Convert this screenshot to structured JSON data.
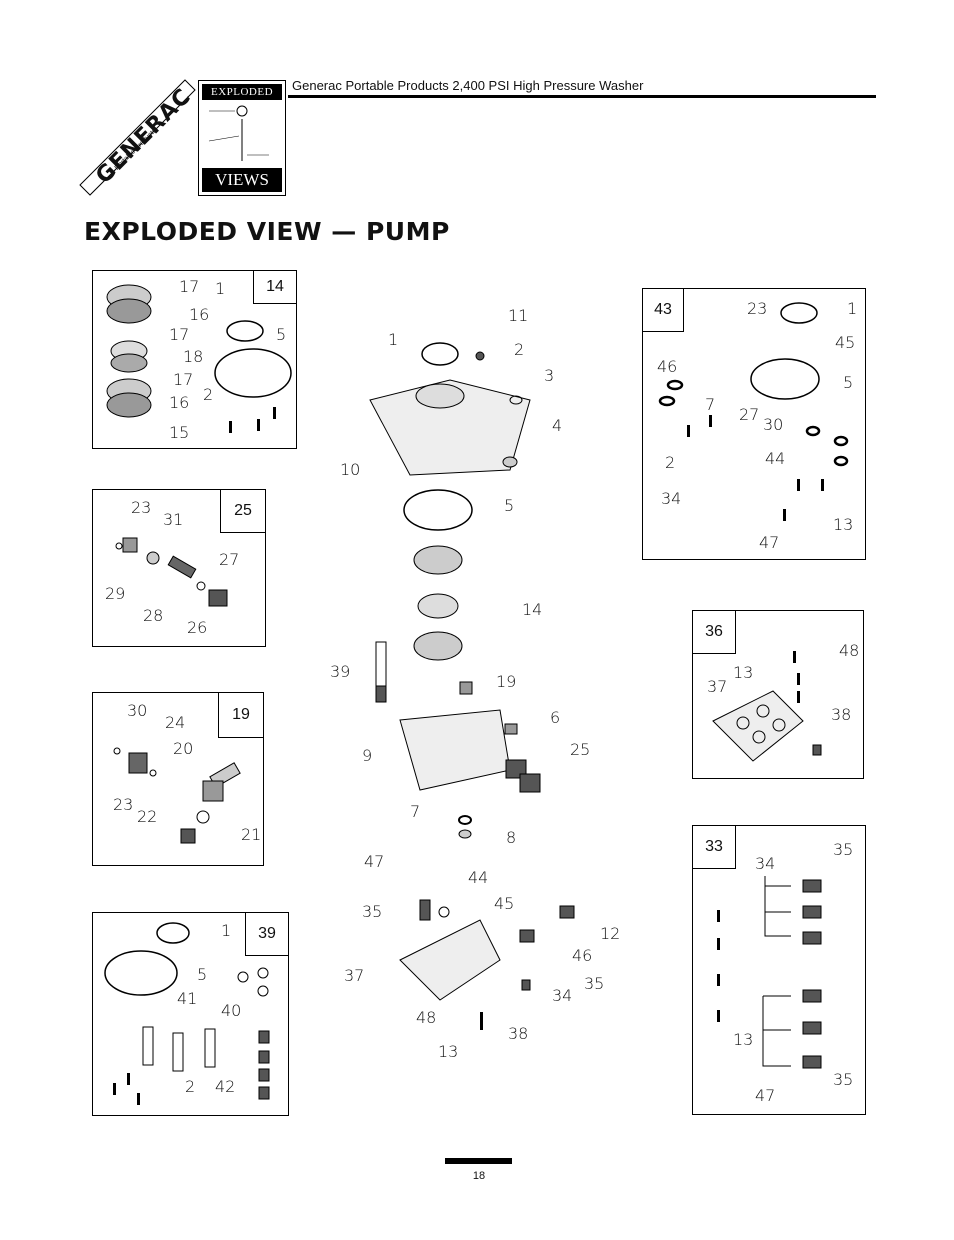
{
  "header": {
    "text": "Generac Portable Products 2,400 PSI High Pressure Washer",
    "logo_text": "GENERAC",
    "logo_subtext": "Portable Products",
    "badge_top": "EXPLODED",
    "badge_bottom": "VIEWS"
  },
  "page_title": "EXPLODED VIEW — PUMP",
  "page_number": "18",
  "panels": {
    "p14": {
      "tab": "14",
      "labels": [
        "17",
        "1",
        "16",
        "5",
        "17",
        "18",
        "17",
        "2",
        "16",
        "15"
      ]
    },
    "p25": {
      "tab": "25",
      "labels": [
        "23",
        "31",
        "27",
        "29",
        "28",
        "26"
      ]
    },
    "p19": {
      "tab": "19",
      "labels": [
        "30",
        "24",
        "20",
        "23",
        "22",
        "21"
      ]
    },
    "p39": {
      "tab": "39",
      "labels": [
        "1",
        "5",
        "41",
        "40",
        "2",
        "42"
      ]
    },
    "p43": {
      "tab": "43",
      "labels": [
        "23",
        "1",
        "45",
        "46",
        "5",
        "7",
        "27",
        "30",
        "2",
        "44",
        "34",
        "13",
        "47"
      ]
    },
    "p36": {
      "tab": "36",
      "labels": [
        "48",
        "13",
        "37",
        "38"
      ]
    },
    "p33": {
      "tab": "33",
      "labels": [
        "35",
        "34",
        "13",
        "35",
        "47"
      ]
    }
  },
  "center": {
    "labels": [
      "11",
      "1",
      "2",
      "3",
      "4",
      "10",
      "5",
      "14",
      "39",
      "19",
      "6",
      "9",
      "25",
      "7",
      "8",
      "47",
      "44",
      "35",
      "45",
      "12",
      "46",
      "37",
      "35",
      "34",
      "48",
      "38",
      "13"
    ]
  }
}
